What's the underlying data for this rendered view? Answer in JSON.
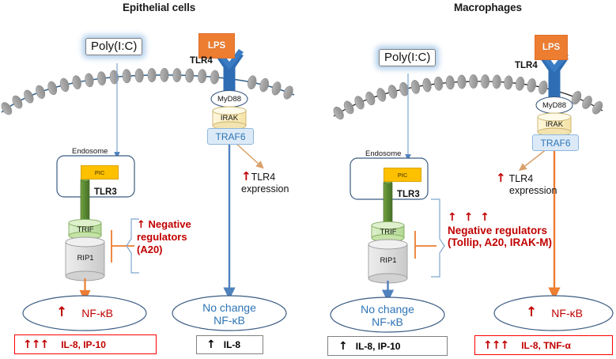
{
  "figure": {
    "type": "signaling-pathway-diagram",
    "panels": [
      {
        "id": "epithelial",
        "title": "Epithelial cells",
        "ligand_endosomal": "Poly(I:C)",
        "ligand_surface": "LPS",
        "surface_receptor": "TLR4",
        "adaptors": [
          "MyD88",
          "IRAK",
          "TRAF6"
        ],
        "adaptor_myd88": "MyD88",
        "adaptor_irak": "IRAK",
        "adaptor_traf6": "TRAF6",
        "endosome_label": "Endosome",
        "endosome_cargo": "PIC",
        "endosomal_receptor": "TLR3",
        "endosomal_adaptor": "TRIF",
        "endosomal_kinase": "RIP1",
        "negative_regulators": {
          "arrows": "↑",
          "arrow_count": 1,
          "line1": "Negative",
          "line2": "regulators",
          "line3": "(A20)"
        },
        "tlr4_expression": {
          "arrows": "↑",
          "line1": "TLR4",
          "line2": "expression"
        },
        "outcome_tlr3_branch": {
          "nfkb_arrows": "↑",
          "nfkb_label": "NF-κB",
          "nfkb_state": "increased",
          "cytokine_arrows": "↑↑↑",
          "cytokine_label": "IL-8, IP-10",
          "box_color": "#FF0000"
        },
        "outcome_tlr4_branch": {
          "nfkb_line1": "No change",
          "nfkb_line2": "NF-κB",
          "nfkb_state": "no change",
          "cytokine_arrows": "↑",
          "cytokine_label": "IL-8",
          "box_color": "#808080"
        }
      },
      {
        "id": "macrophages",
        "title": "Macrophages",
        "ligand_endosomal": "Poly(I:C)",
        "ligand_surface": "LPS",
        "surface_receptor": "TLR4",
        "adaptors": [
          "MyD88",
          "IRAK",
          "TRAF6"
        ],
        "adaptor_myd88": "MyD88",
        "adaptor_irak": "IRAK",
        "adaptor_traf6": "TRAF6",
        "endosome_label": "Endosome",
        "endosome_cargo": "PIC",
        "endosomal_receptor": "TLR3",
        "endosomal_adaptor": "TRIF",
        "endosomal_kinase": "RIP1",
        "negative_regulators": {
          "arrows": "↑ ↑ ↑",
          "arrow_count": 3,
          "line1": "Negative regulators",
          "line2": "(Tollip, A20, IRAK-M)"
        },
        "tlr4_expression": {
          "arrows": "↑",
          "line1": "TLR4",
          "line2": "expression"
        },
        "outcome_tlr3_branch": {
          "nfkb_line1": "No change",
          "nfkb_line2": "NF-κB",
          "nfkb_state": "no change",
          "cytokine_arrows": "↑",
          "cytokine_label": "IL-8, IP-10",
          "box_color": "#808080"
        },
        "outcome_tlr4_branch": {
          "nfkb_arrows": "↑",
          "nfkb_label": "NF-κB",
          "nfkb_state": "increased",
          "cytokine_arrows": "↑↑↑",
          "cytokine_label": "IL-8, TNF-α",
          "box_color": "#FF0000"
        }
      }
    ],
    "colors": {
      "membrane_lipid": "#A6A6A6",
      "membrane_line": "#2E5F8A",
      "receptor_blue": "#2E6DB4",
      "lps_orange": "#ED7D31",
      "pic_yellow": "#FFC000",
      "tlr3_green": "#548235",
      "trif_green": "#C6E0B4",
      "rip1_gray": "#D9D9D9",
      "irak_cream": "#FDF3CF",
      "traf6_blue": "#DCEAF7",
      "arrow_blue": "#5B8FC9",
      "arrow_orange": "#ED7D31",
      "text_red": "#C00000",
      "text_blue": "#2E75B6",
      "box_red": "#FF0000",
      "box_gray": "#808080"
    }
  }
}
